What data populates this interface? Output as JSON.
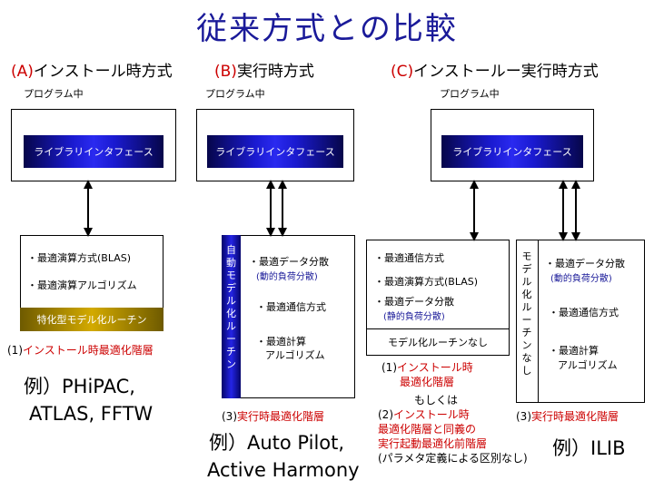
{
  "title": "従来方式との比較",
  "columns": {
    "a": {
      "label": "(A)",
      "heading": "インストール時方式",
      "program": "プログラム中",
      "library": "ライブラリインタフェース",
      "items": [
        "・最適演算方式(BLAS)",
        "・最適演算アルゴリズム"
      ],
      "bar": "特化型モデル化ルーチン",
      "layer_num": "(1)",
      "layer": "インストール時最適化階層",
      "example_1": "例）PHiPAC,",
      "example_2": "ATLAS, FFTW"
    },
    "b": {
      "label": "(B)",
      "heading": "実行時方式",
      "program": "プログラム中",
      "library": "ライブラリインタフェース",
      "vertical": [
        "自",
        "動",
        "モ",
        "デ",
        "ル",
        "化",
        "ル",
        "ー",
        "チ",
        "ン"
      ],
      "item_1": "・最適データ分散",
      "item_1_sub": "(動的負荷分散)",
      "item_2": "・最適通信方式",
      "item_3a": "・最適計算",
      "item_3b": "アルゴリズム",
      "layer_num": "(3)",
      "layer": "実行時最適化階層",
      "example_1": "例）Auto Pilot,",
      "example_2": "Active Harmony"
    },
    "c": {
      "label": "(C)",
      "heading": "インストールー実行時方式",
      "program": "プログラム中",
      "library": "ライブラリインタフェース",
      "left_item_1": "・最適通信方式",
      "left_item_2": "・最適演算方式(BLAS)",
      "left_item_3": "・最適データ分散",
      "left_item_3_sub": "(静的負荷分散)",
      "no_model": "モデル化ルーチンなし",
      "vertical": [
        "モ",
        "デ",
        "ル",
        "化",
        "ル",
        "ー",
        "チ",
        "ン",
        "な",
        "し"
      ],
      "right_item_1": "・最適データ分散",
      "right_item_1_sub": "(動的負荷分散)",
      "right_item_2": "・最適通信方式",
      "right_item_3a": "・最適計算",
      "right_item_3b": "アルゴリズム",
      "note_1_num": "(1)",
      "note_1a": "インストール時",
      "note_1b": "最適化階層",
      "note_or": "もしくは",
      "note_2_num": "(2)",
      "note_2a": "インストール時",
      "note_2b": "最適化階層と同義の",
      "note_2c": "実行起動最適化前階層",
      "note_2d": "(パラメタ定義による区別なし)",
      "layer_num": "(3)",
      "layer": "実行時最適化階層",
      "example": "例）ILIB"
    }
  }
}
